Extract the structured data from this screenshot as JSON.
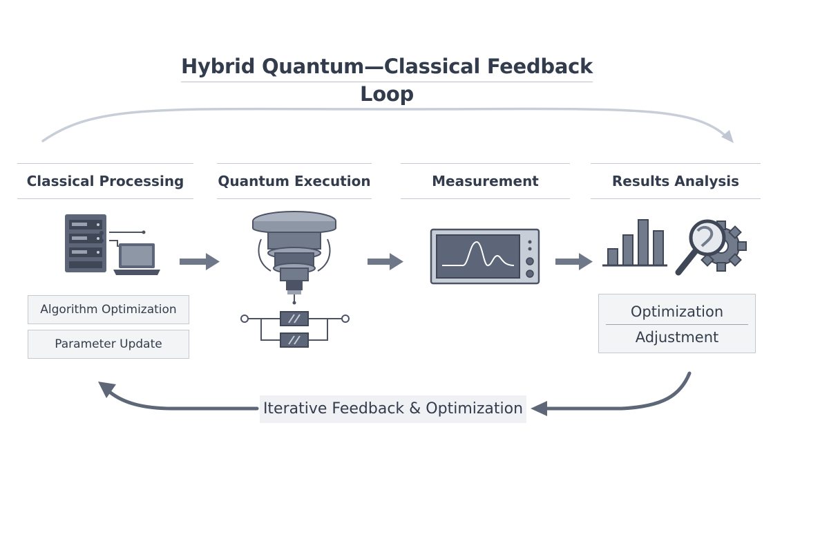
{
  "title": "Hybrid Quantum—Classical Feedback Loop",
  "stages": [
    {
      "label": "Classical Processing",
      "icon": "server-laptop-icon"
    },
    {
      "label": "Quantum Execution",
      "icon": "quantum-chip-icon"
    },
    {
      "label": "Measurement",
      "icon": "oscilloscope-icon"
    },
    {
      "label": "Results Analysis",
      "icon": "chart-magnifier-gear-icon"
    }
  ],
  "classical_boxes": [
    "Algorithm Optimization",
    "Parameter Update"
  ],
  "analysis_box": [
    "Optimization",
    "Adjustment"
  ],
  "feedback_label": "Iterative Feedback & Optimization",
  "colors": {
    "ink": "#323c4c",
    "icon": "#5d6678",
    "icon_light": "#9aa2b1",
    "arrow": "#6f7889",
    "arc_light": "#c8ced8",
    "box_fill": "#f3f4f6"
  }
}
